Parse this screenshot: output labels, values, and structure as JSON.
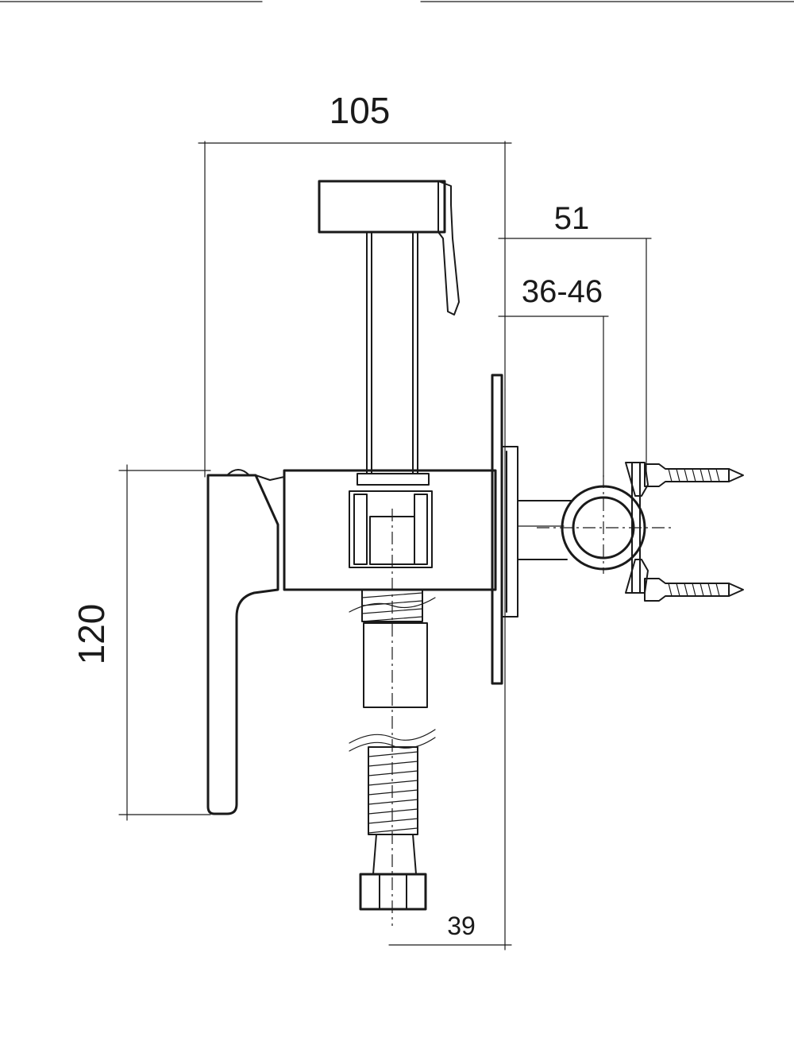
{
  "drawing": {
    "subject": "handheld bidet sprayer with holder, side view",
    "dimensions": {
      "overall_width": "105",
      "holder_depth": "51",
      "holder_adjust": "36-46",
      "height": "120",
      "hose_offset": "39"
    },
    "colors": {
      "line": "#1a1a1a",
      "background": "#ffffff"
    }
  }
}
